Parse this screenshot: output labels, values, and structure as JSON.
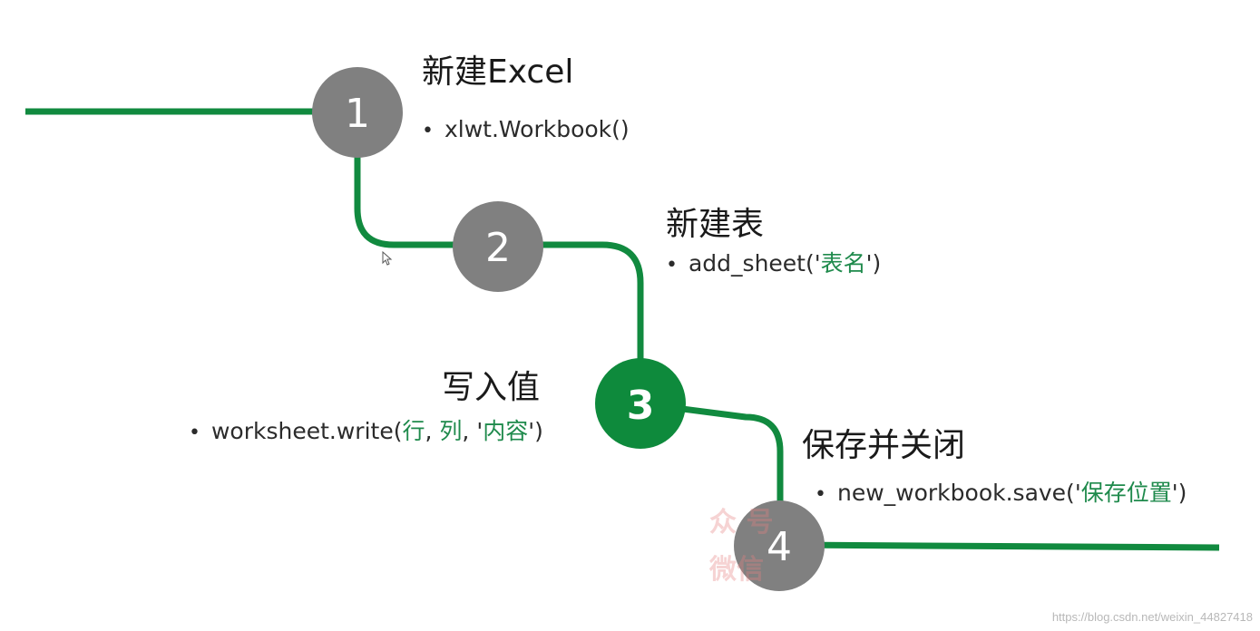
{
  "steps": [
    {
      "number": "1",
      "title": "新建Excel",
      "code_plain": "xlwt.Workbook()",
      "active": false
    },
    {
      "number": "2",
      "title": "新建表",
      "code_prefix": "add_sheet('",
      "code_arg": "表名",
      "code_suffix": "')",
      "active": false
    },
    {
      "number": "3",
      "title": "写入值",
      "code_prefix": "worksheet.write(",
      "arg1": "行",
      "sep1": ", ",
      "arg2": "列",
      "sep2": ", '",
      "arg3": "内容",
      "code_suffix": "')",
      "active": true
    },
    {
      "number": "4",
      "title": "保存并关闭",
      "code_prefix": "new_workbook.save('",
      "code_arg": "保存位置",
      "code_suffix": "')",
      "active": false
    }
  ],
  "bullet": "•",
  "stamp_top": "众  号",
  "stamp_bottom": "微信   ",
  "watermark": "https://blog.csdn.net/weixin_44827418",
  "colors": {
    "line": "#118a3f",
    "node_gray": "#808080",
    "node_active": "#0e8a3c",
    "code_green": "#1f8a4c"
  }
}
